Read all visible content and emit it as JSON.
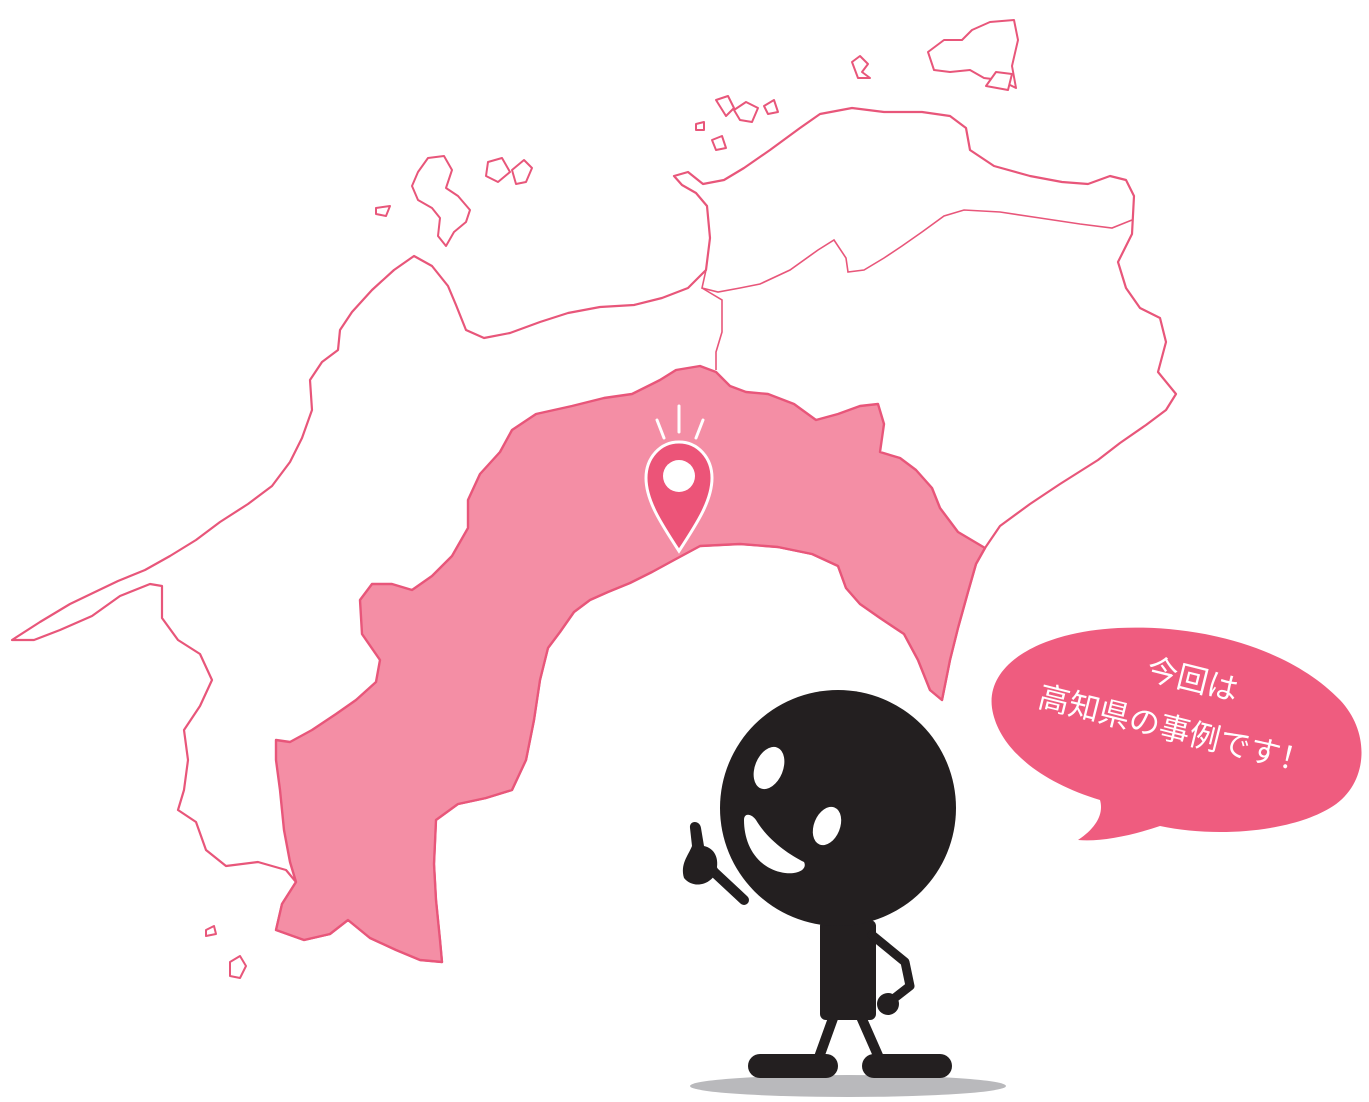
{
  "colors": {
    "background": "#ffffff",
    "outline": "#e8567a",
    "kochi_fill": "#f48ea5",
    "pin": "#ec5478",
    "bubble": "#ef5c7f",
    "character": "#231f20",
    "shadow": "#b9b9bc"
  },
  "map": {
    "highlighted_region": "kochi-prefecture",
    "marker_icon": "map-pin-icon"
  },
  "speech_bubble": {
    "line1": "今回は",
    "line2": "高知県の事例です！"
  },
  "character": {
    "gesture": "pointing-up"
  }
}
